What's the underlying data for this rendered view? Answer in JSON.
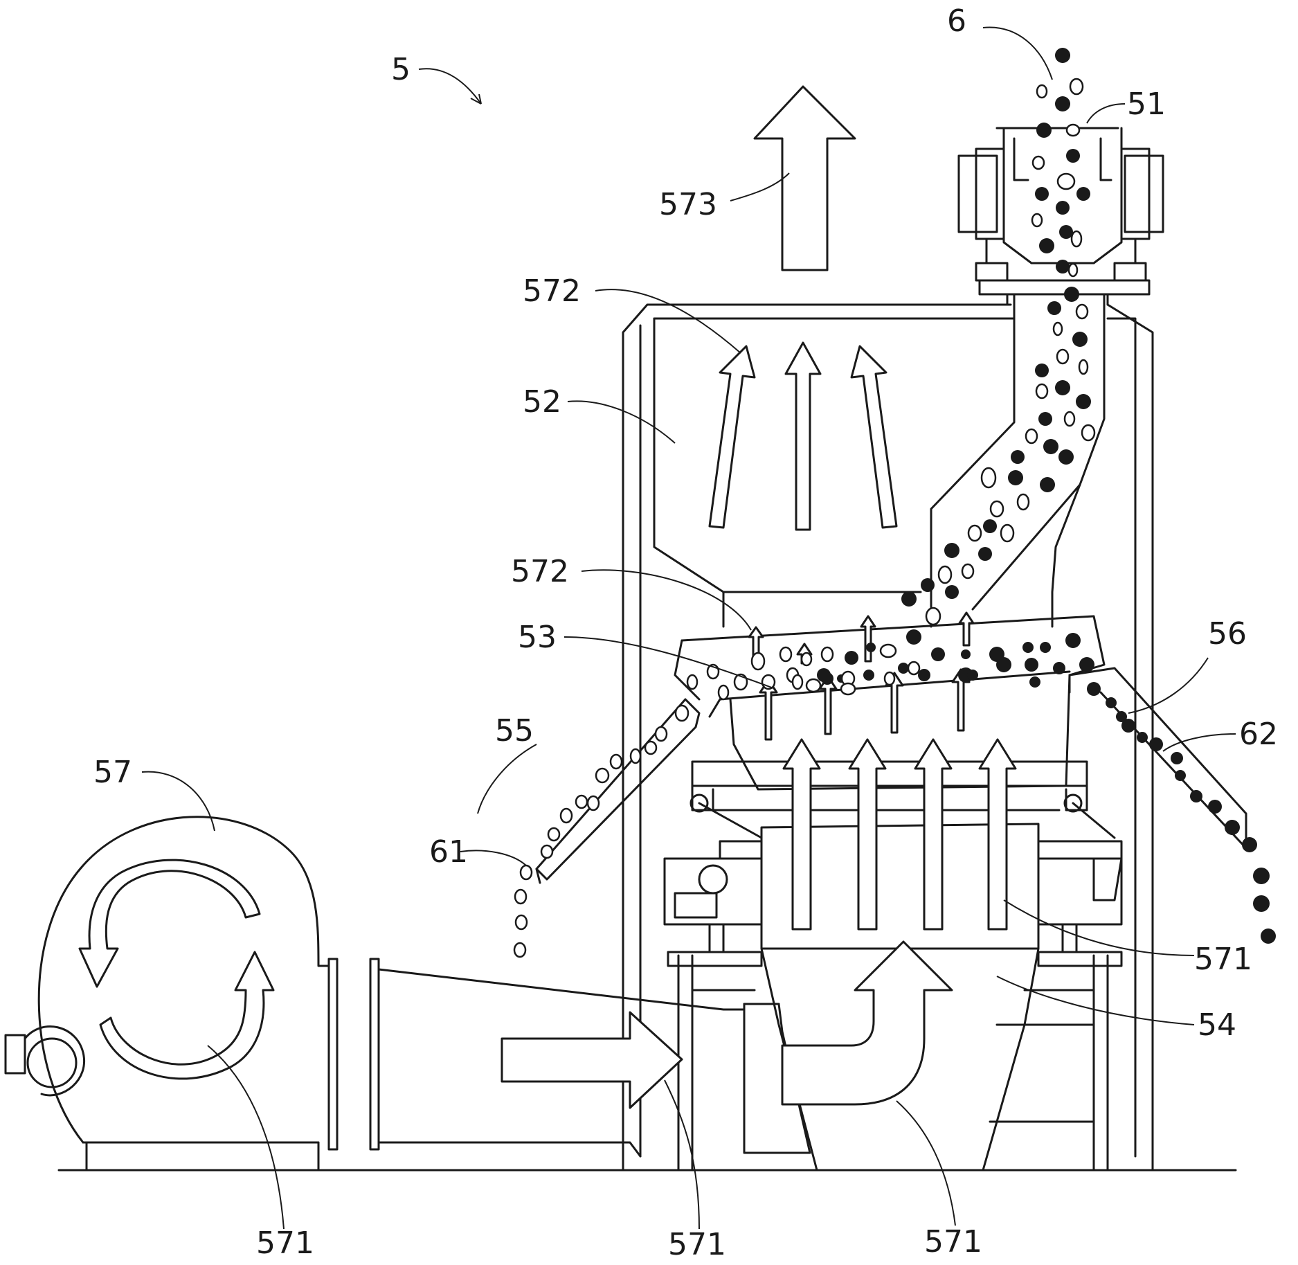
{
  "labels": {
    "system": "5",
    "material": "6",
    "feed_hopper": "51",
    "upper_chamber": "52",
    "screen": "53",
    "air_box": "54",
    "light_chute": "55",
    "heavy_chute": "56",
    "blower": "57",
    "airflow_a": "571",
    "airflow_b": "572",
    "exhaust": "573",
    "light_output": "61",
    "heavy_output": "62"
  },
  "colors": {
    "line": "#1a1a1a",
    "background": "#ffffff"
  }
}
